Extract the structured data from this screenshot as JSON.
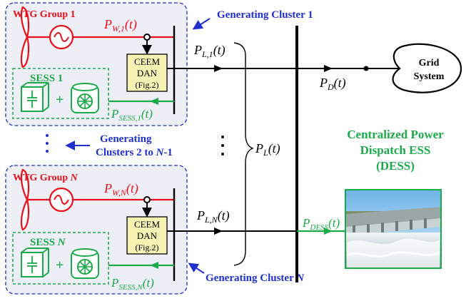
{
  "colors": {
    "red": "#e8101a",
    "green": "#1aaa4a",
    "blue": "#1f2fd0",
    "black": "#000000",
    "cluster_fill": "#eeeef6",
    "ceem_fill": "#f6f2b4"
  },
  "cluster1": {
    "wtg_label": "WTG Group 1",
    "power_label": "P",
    "power_sub": "W,1",
    "power_arg": "(t)",
    "ceem_line1": "CEEM",
    "ceem_line2": "DAN",
    "ceem_line3": "(Fig.2)",
    "sess_label": "SESS 1",
    "sess_plus": "+",
    "sess_power": "P",
    "sess_power_sub": "SESS,1",
    "sess_power_arg": "(t)",
    "cluster_label": "Generating Cluster 1"
  },
  "clusterN": {
    "wtg_label_prefix": "WTG Group ",
    "wtg_label_n": "N",
    "power_label": "P",
    "power_sub": "W,N",
    "power_arg": "(t)",
    "ceem_line1": "CEEM",
    "ceem_line2": "DAN",
    "ceem_line3": "(Fig.2)",
    "sess_label_prefix": "SESS ",
    "sess_label_n": "N",
    "sess_plus": "+",
    "sess_power": "P",
    "sess_power_sub": "SESS,N",
    "sess_power_arg": "(t)",
    "cluster_label_prefix": "Generating Cluster ",
    "cluster_label_n": "N"
  },
  "middle": {
    "clusters_label_line1": "Generating",
    "clusters_label_line2_prefix": "Clusters 2 to ",
    "clusters_label_line2_n": "N",
    "clusters_label_line2_suffix": "-1"
  },
  "flows": {
    "pl1": {
      "p": "P",
      "sub": "L,1",
      "arg": "(t)"
    },
    "plN": {
      "p": "P",
      "sub": "L,N",
      "arg": "(t)"
    },
    "pl": {
      "p": "P",
      "sub": "L",
      "arg": "(t)"
    },
    "pd": {
      "p": "P",
      "sub": "D",
      "arg": "(t)"
    },
    "pdess": {
      "p": "P",
      "sub": "DESS",
      "arg": "(t)"
    }
  },
  "grid": {
    "line1": "Grid",
    "line2": "System"
  },
  "dess": {
    "line1": "Centralized Power",
    "line2": "Dispatch ESS",
    "line3": "(DESS)"
  }
}
